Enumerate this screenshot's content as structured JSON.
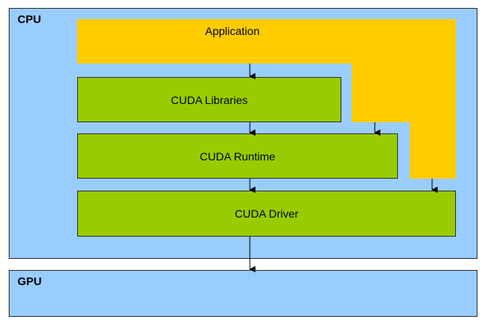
{
  "cpu": {
    "label": "CPU"
  },
  "gpu": {
    "label": "GPU"
  },
  "application": {
    "label": "Application"
  },
  "layers": {
    "libraries": {
      "label": "CUDA Libraries"
    },
    "runtime": {
      "label": "CUDA Runtime"
    },
    "driver": {
      "label": "CUDA Driver"
    }
  },
  "colors": {
    "region_fill": "#99ccff",
    "application_fill": "#ffcc00",
    "layer_fill": "#99cc00",
    "stroke": "#333333"
  }
}
